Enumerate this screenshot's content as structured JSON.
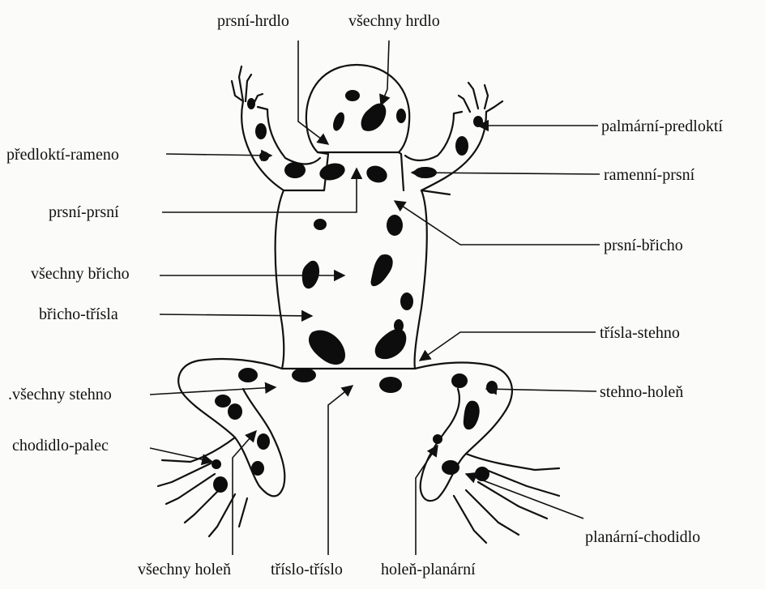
{
  "labels": {
    "prsni_hrdlo": "prsní-hrdlo",
    "vsechny_hrdlo": "všechny hrdlo",
    "palmarni_predlokti": "palmární-predloktí",
    "predlokti_rameno": "předloktí-rameno",
    "rameni_prsni": "ramenní-prsní",
    "prsni_prsni": "prsní-prsní",
    "prsni_bricho": "prsní-břicho",
    "vsechny_bricho": "všechny břicho",
    "bricho_trisla": "břicho-třísla",
    "trisla_stehno": "třísla-stehno",
    "vsechny_stehno": ".všechny stehno",
    "stehno_holen": "stehno-holeň",
    "chodidlo_palec": "chodidlo-palec",
    "planarni_chodidlo": "planární-chodidlo",
    "vsechny_holen": "všechny holeň",
    "trislo_trislo": "tříslo-tříslo",
    "holen_planarni": "holeň-planární"
  },
  "colors": {
    "ink": "#111111",
    "spot": "#0d0d0d",
    "paper": "#fbfbf9"
  }
}
